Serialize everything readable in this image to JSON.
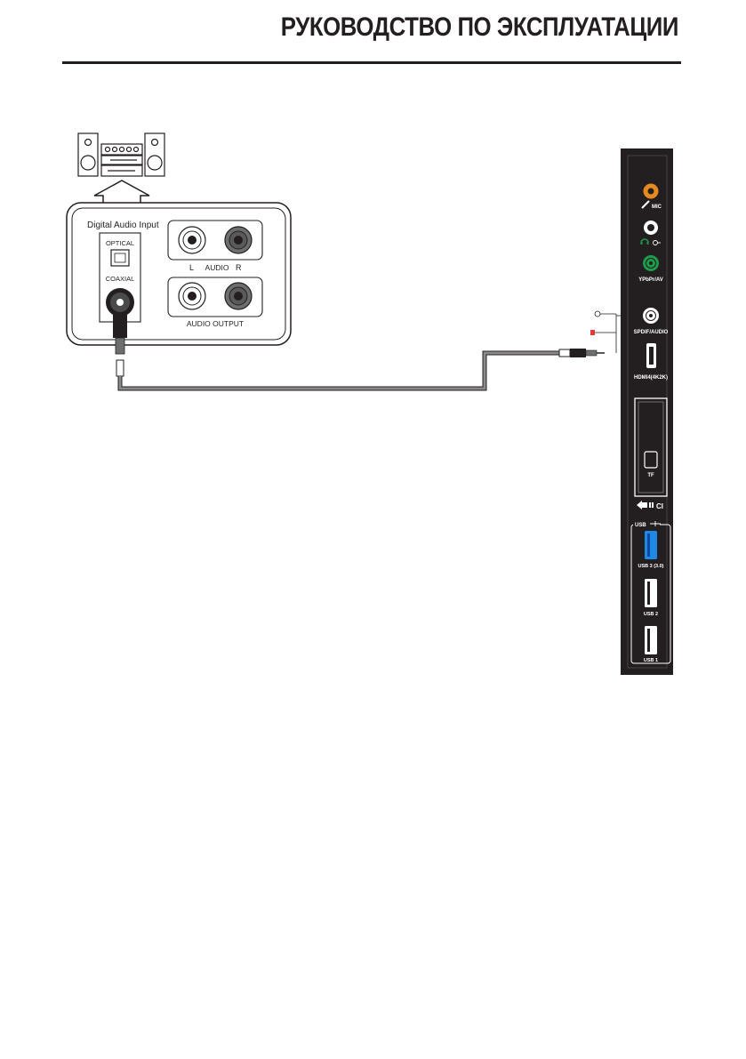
{
  "header": {
    "title": "РУКОВОДСТВО ПО ЭКСПЛУАТАЦИИ"
  },
  "audio_device": {
    "panel_title": "Digital Audio Input",
    "optical_label": "OPTICAL",
    "coaxial_label": "COAXIAL",
    "audio_l_label": "L",
    "audio_label": "AUDIO",
    "audio_r_label": "R",
    "audio_output_label": "AUDIO OUTPUT"
  },
  "tv_panel": {
    "mic_label": "MIC",
    "ypbpr_label": "YPbPr/AV",
    "spdif_label": "SPDIF/AUDIO",
    "hdmi_label": "HDMI4(4K2K)",
    "tf_label": "TF",
    "ci_label": "CI",
    "usb_header": "USB",
    "usb3_label": "USB 3 (3.0)",
    "usb2_label": "USB 2",
    "usb1_label": "USB 1"
  },
  "colors": {
    "mic_port": "#e8891f",
    "ypbpr_port": "#1f9a4a",
    "usb3_port": "#1e88e5",
    "cable": "#8a8a8a",
    "ink": "#231f20"
  }
}
